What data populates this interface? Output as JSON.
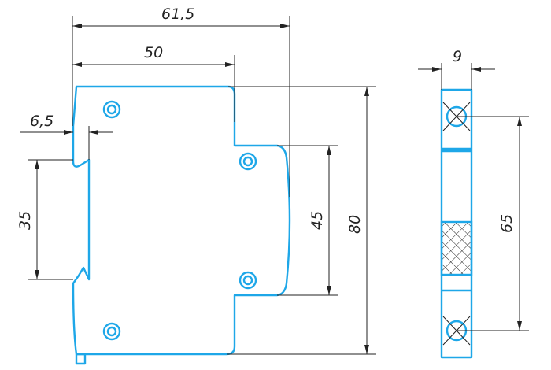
{
  "colors": {
    "outline": "#1ea7e8",
    "dimension": "#222222"
  },
  "dimensions": {
    "overall_depth": "61,5",
    "front_depth": "50",
    "rail_offset": "6,5",
    "rail_height": "35",
    "front_height": "45",
    "overall_height": "80",
    "width": "9",
    "terminal_spacing": "65"
  }
}
